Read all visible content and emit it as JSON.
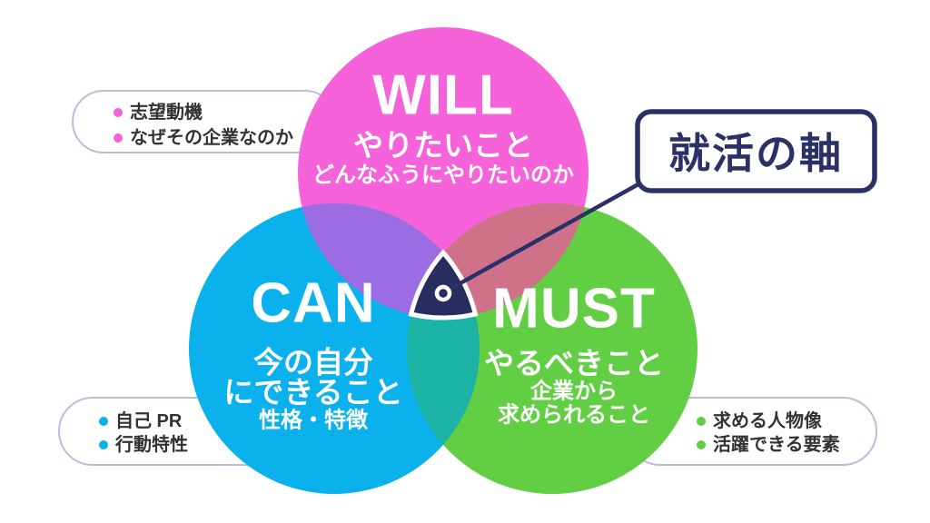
{
  "diagram_title": "就活の軸",
  "palette": {
    "will_pink": "#F662DA",
    "can_blue": "#0AB1EC",
    "must_green": "#62CE44",
    "will_can_purple": "#9C6CE2",
    "will_must_rose": "#CE7189",
    "can_must_teal": "#1AB3A6",
    "center_navy": "#292C5E",
    "accent_navy": "#2B3166",
    "pill_border": "#B9BCDB",
    "body_text": "#323232",
    "white": "#FFFFFF"
  },
  "circles": {
    "will": {
      "label": "WILL",
      "line1": "やりたいこと",
      "line2": "どんなふうにやりたいのか"
    },
    "can": {
      "label": "CAN",
      "line1": "今の自分",
      "line2": "にできること",
      "line3": "性格・特徴"
    },
    "must": {
      "label": "MUST",
      "line1": "やるべきこと",
      "line2": "企業から",
      "line3": "求められること"
    }
  },
  "axis_callout": {
    "label": "就活の軸"
  },
  "callouts": {
    "will": {
      "items": [
        "志望動機",
        "なぜその企業なのか"
      ]
    },
    "can": {
      "items": [
        "自己 PR",
        "行動特性"
      ]
    },
    "must": {
      "items": [
        "求める人物像",
        "活躍できる要素"
      ]
    }
  }
}
